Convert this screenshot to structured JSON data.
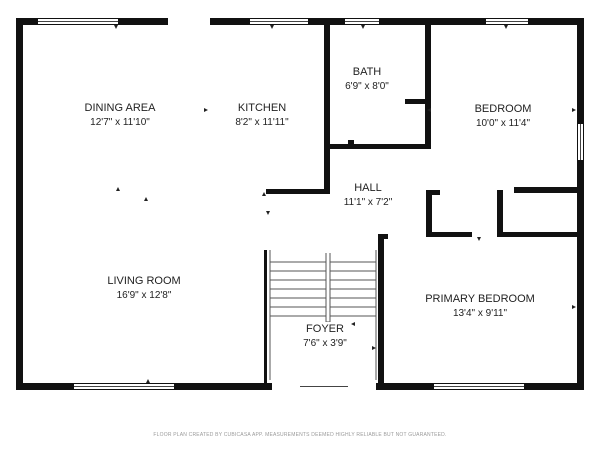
{
  "plan": {
    "rooms": [
      {
        "id": "dining",
        "name": "DINING AREA",
        "dims": "12'7\" x 11'10\""
      },
      {
        "id": "kitchen",
        "name": "KITCHEN",
        "dims": "8'2\" x 11'11\""
      },
      {
        "id": "bath",
        "name": "BATH",
        "dims": "6'9\" x 8'0\""
      },
      {
        "id": "bedroom",
        "name": "BEDROOM",
        "dims": "10'0\" x 11'4\""
      },
      {
        "id": "hall",
        "name": "HALL",
        "dims": "11'1\" x 7'2\""
      },
      {
        "id": "living",
        "name": "LIVING ROOM",
        "dims": "16'9\" x 12'8\""
      },
      {
        "id": "primary",
        "name": "PRIMARY BEDROOM",
        "dims": "13'4\" x 9'11\""
      },
      {
        "id": "foyer",
        "name": "FOYER",
        "dims": "7'6\" x 3'9\""
      }
    ],
    "footer": "FLOOR PLAN CREATED BY CUBICASA APP. MEASUREMENTS DEEMED HIGHLY RELIABLE BUT NOT GUARANTEED."
  },
  "colors": {
    "wall": "#111111",
    "window": "#444444",
    "stair": "#555555",
    "text": "#222222",
    "footer": "#9a9a9a"
  }
}
